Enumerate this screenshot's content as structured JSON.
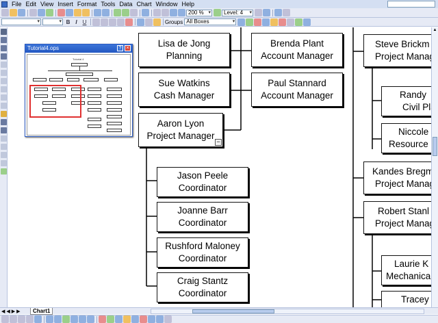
{
  "menu": {
    "items": [
      "File",
      "Edit",
      "View",
      "Insert",
      "Format",
      "Tools",
      "Data",
      "Chart",
      "Window",
      "Help"
    ]
  },
  "toolbar": {
    "zoom_value": "200 %",
    "level_value": "Level: 4",
    "groups_label": "Groups",
    "groups_value": "All Boxes"
  },
  "thumbnail": {
    "window_title": "Tutorial4.ops",
    "chart_title": "Tutorial 4"
  },
  "org_boxes": [
    {
      "name": "Lisa de Jong",
      "title": "Planning"
    },
    {
      "name": "Brenda  Plant",
      "title": "Account Manager"
    },
    {
      "name": "Sue  Watkins",
      "title": "Cash Manager"
    },
    {
      "name": "Paul  Stannard",
      "title": "Account Manager"
    },
    {
      "name": "Aaron  Lyon",
      "title": "Project Manager"
    },
    {
      "name": "Jason  Peele",
      "title": "Coordinator"
    },
    {
      "name": "Joanne  Barr",
      "title": "Coordinator"
    },
    {
      "name": "Rushford  Maloney",
      "title": "Coordinator"
    },
    {
      "name": "Craig  Stantz",
      "title": "Coordinator"
    },
    {
      "name": "Steve  Brickm",
      "title": "Project Manag"
    },
    {
      "name": "Randy",
      "title": "Civil Pla"
    },
    {
      "name": "Niccole",
      "title": "Resource"
    },
    {
      "name": "Kandes  Bregm",
      "title": "Project Manag"
    },
    {
      "name": "Robert  Stanl",
      "title": "Project Manag"
    },
    {
      "name": "Laurie  K",
      "title": "Mechanical"
    },
    {
      "name": "Tracey",
      "title": ""
    }
  ],
  "collapse_symbol": "−",
  "sheet_tab": "Chart1"
}
